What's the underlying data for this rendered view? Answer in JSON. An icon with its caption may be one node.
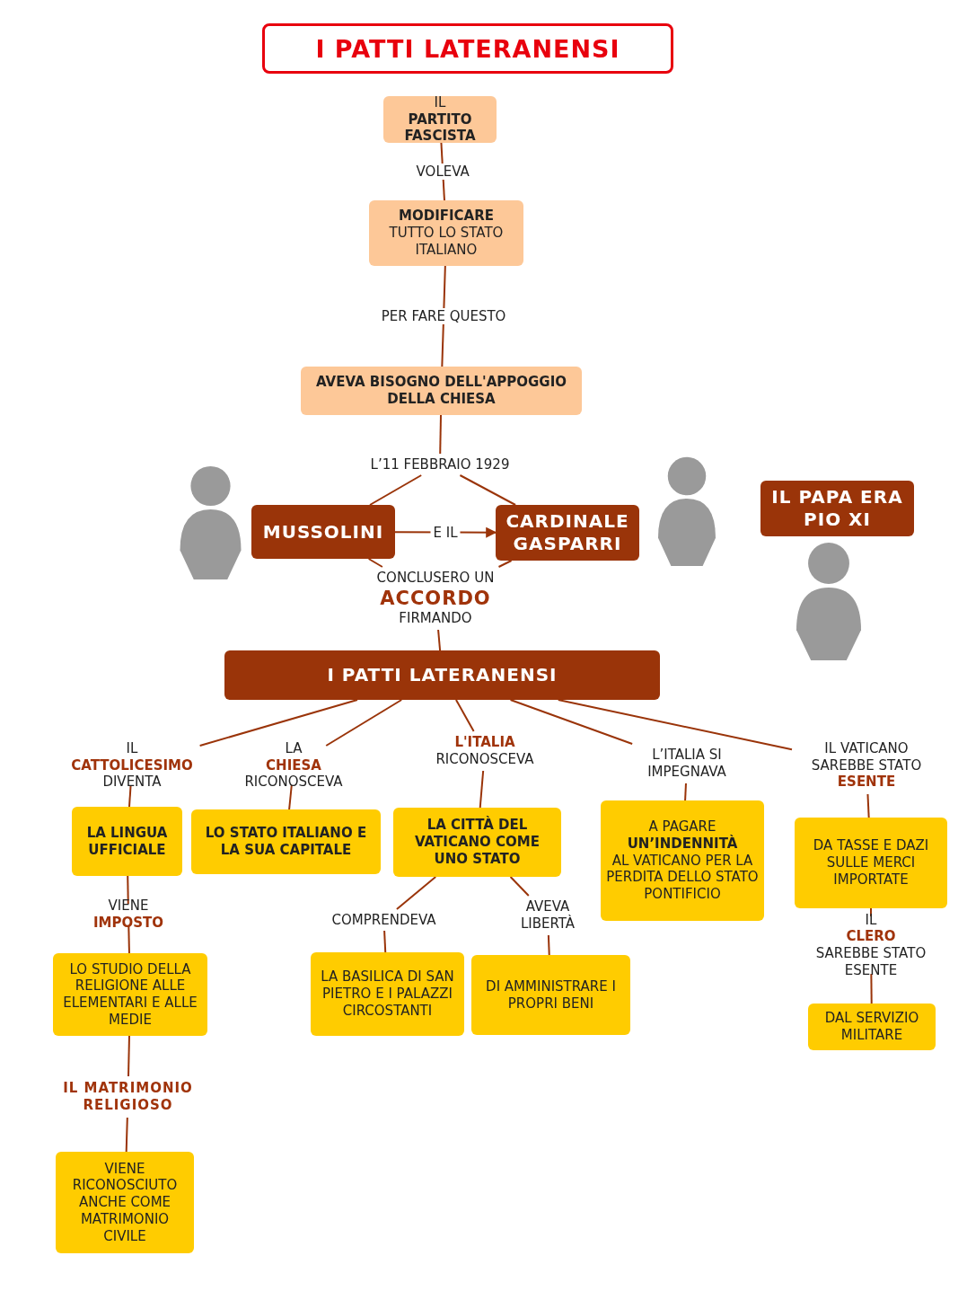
{
  "diagram": {
    "title": "I PATTI LATERANENSI",
    "nodes": [
      {
        "text": [
          "IL **PARTITO FASCISTA**"
        ]
      },
      {
        "text": [
          "**MODIFICARE** TUTTO LO STATO ITALIANO"
        ]
      },
      {
        "text": [
          "AVEVA BISOGNO DELL'APPOGGIO DELLA CHIESA"
        ]
      },
      {
        "text": [
          "L’11 FEBBRAIO 1929"
        ]
      },
      {
        "text": [
          "MUSSOLINI"
        ]
      },
      {
        "text": [
          "CARDINALE GASPARRI"
        ]
      },
      {
        "text": [
          "IL PAPA ERA PIO XI"
        ]
      },
      {
        "text": [
          "CONCLUSERO UN",
          "ACCORDO",
          "FIRMANDO"
        ]
      },
      {
        "text": [
          "I PATTI LATERANENSI"
        ]
      },
      {
        "text": [
          "IL **CATTOLICESIMO** DIVENTA"
        ]
      },
      {
        "text": [
          "LA **CHIESA** RICONOSCEVA"
        ]
      },
      {
        "text": [
          "**L'ITALIA** RICONOSCEVA"
        ]
      },
      {
        "text": [
          "L’ITALIA SI IMPEGNAVA"
        ]
      },
      {
        "text": [
          "IL VATICANO SAREBBE STATO **ESENTE**"
        ]
      },
      {
        "text": [
          "LA LINGUA UFFICIALE"
        ]
      },
      {
        "text": [
          "LO STATO ITALIANO E LA SUA CAPITALE"
        ]
      },
      {
        "text": [
          "LA CITTÀ DEL VATICANO COME UNO STATO"
        ]
      },
      {
        "text": [
          "A PAGARE **UN’INDENNITÀ** AL VATICANO PER LA PERDITA DELLO STATO PONTIFICIO"
        ]
      },
      {
        "text": [
          "DA TASSE E DAZI SULLE MERCI IMPORTATE"
        ]
      },
      {
        "text": [
          "VIENE **IMPOSTO**"
        ]
      },
      {
        "text": [
          "LO STUDIO DELLA RELIGIONE ALLE ELEMENTARI E ALLE MEDIE"
        ]
      },
      {
        "text": [
          "IL MATRIMONIO RELIGIOSO"
        ]
      },
      {
        "text": [
          "VIENE RICONOSCIUTO ANCHE COME MATRIMONIO CIVILE"
        ]
      },
      {
        "text": [
          "COMPRENDEVA"
        ]
      },
      {
        "text": [
          "AVEVA LIBERTÀ"
        ]
      },
      {
        "text": [
          "LA BASILICA DI SAN PIETRO E I PALAZZI CIRCOSTANTI"
        ]
      },
      {
        "text": [
          "DI AMMINISTRARE I PROPRI BENI"
        ]
      },
      {
        "text": [
          "IL **CLERO** SAREBBE STATO ESENTE"
        ]
      },
      {
        "text": [
          "DAL SERVIZIO MILITARE"
        ]
      }
    ],
    "edges": [
      {
        "from": 0,
        "to": 1,
        "arrow": "none",
        "label": "VOLEVA"
      },
      {
        "from": 1,
        "to": 2,
        "arrow": "none",
        "label": "PER FARE QUESTO"
      },
      {
        "from": 2,
        "to": 3,
        "arrow": "none"
      },
      {
        "from": 3,
        "to": 4,
        "arrow": "none"
      },
      {
        "from": 3,
        "to": 5,
        "arrow": "none"
      },
      {
        "from": 4,
        "to": 5,
        "arrow": "to",
        "label": "E IL"
      },
      {
        "from": 4,
        "to": 7,
        "arrow": "none"
      },
      {
        "from": 5,
        "to": 7,
        "arrow": "none"
      },
      {
        "from": 7,
        "to": 8,
        "arrow": "none"
      },
      {
        "from": 8,
        "to": 9,
        "arrow": "none"
      },
      {
        "from": 8,
        "to": 10,
        "arrow": "none"
      },
      {
        "from": 8,
        "to": 11,
        "arrow": "none"
      },
      {
        "from": 8,
        "to": 12,
        "arrow": "none"
      },
      {
        "from": 8,
        "to": 13,
        "arrow": "none"
      },
      {
        "from": 9,
        "to": 14,
        "arrow": "none"
      },
      {
        "from": 10,
        "to": 15,
        "arrow": "none"
      },
      {
        "from": 11,
        "to": 16,
        "arrow": "none"
      },
      {
        "from": 12,
        "to": 17,
        "arrow": "none"
      },
      {
        "from": 13,
        "to": 18,
        "arrow": "none"
      },
      {
        "from": 14,
        "to": 19,
        "arrow": "none"
      },
      {
        "from": 19,
        "to": 20,
        "arrow": "none"
      },
      {
        "from": 20,
        "to": 21,
        "arrow": "none"
      },
      {
        "from": 21,
        "to": 22,
        "arrow": "none"
      },
      {
        "from": 16,
        "to": 23,
        "arrow": "none"
      },
      {
        "from": 16,
        "to": 24,
        "arrow": "none"
      },
      {
        "from": 23,
        "to": 25,
        "arrow": "none"
      },
      {
        "from": 24,
        "to": 26,
        "arrow": "none"
      },
      {
        "from": 18,
        "to": 27,
        "arrow": "none"
      },
      {
        "from": 27,
        "to": 28,
        "arrow": "none"
      }
    ]
  }
}
